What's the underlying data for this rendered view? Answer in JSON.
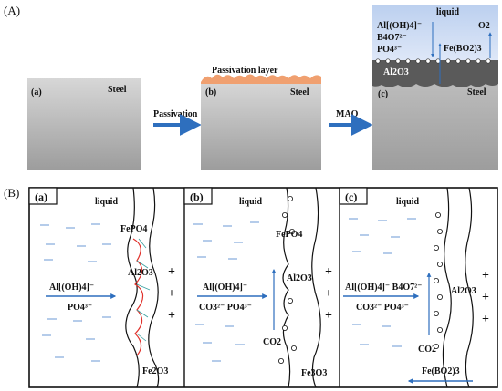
{
  "section_a": {
    "label": "(A)",
    "panel_a": {
      "tag": "(a)",
      "material": "Steel"
    },
    "arrow1": "Passivation",
    "panel_b": {
      "tag": "(b)",
      "material": "Steel",
      "layer": "Passivation layer"
    },
    "arrow2": "MAO",
    "panel_c": {
      "tag": "(c)",
      "material": "Steel",
      "medium": "liquid",
      "oxide": "Al2O3",
      "ions": [
        "Al[(OH)4]⁻",
        "B4O7²⁻",
        "PO4³⁻"
      ],
      "gas": "O2",
      "product": "Fe(BO2)3"
    }
  },
  "section_b": {
    "label": "(B)",
    "panels": [
      {
        "tag": "(a)",
        "medium": "liquid",
        "ions_line1": "Al[(OH)4]⁻",
        "ions_line2": "PO4³⁻",
        "top_product": "FePO4",
        "oxide": "Al2O3",
        "bottom_product": "Fe2O3",
        "charges": [
          "+",
          "+",
          "+"
        ]
      },
      {
        "tag": "(b)",
        "medium": "liquid",
        "ions_line1": "Al[(OH)4]⁻",
        "ions_line2": "CO3²⁻  PO4³⁻",
        "top_product": "FePO4",
        "oxide": "Al2O3",
        "gas": "CO2",
        "bottom_product": "Fe3O3",
        "charges": [
          "+",
          "+",
          "+"
        ]
      },
      {
        "tag": "(c)",
        "medium": "liquid",
        "ions_line1": "Al[(OH)4]⁻  B4O7²⁻",
        "ions_line2": "CO3²⁻  PO4³⁻",
        "oxide": "Al2O3",
        "gas": "CO2",
        "product": "Fe(BO2)3",
        "charges": [
          "+",
          "+",
          "+"
        ]
      }
    ]
  },
  "colors": {
    "arrow": "#2e6fbe",
    "passivation": "#f0a070",
    "red_line": "#e0302a",
    "dash": "#5b8fd0",
    "liquid": "#c9d8f2"
  }
}
